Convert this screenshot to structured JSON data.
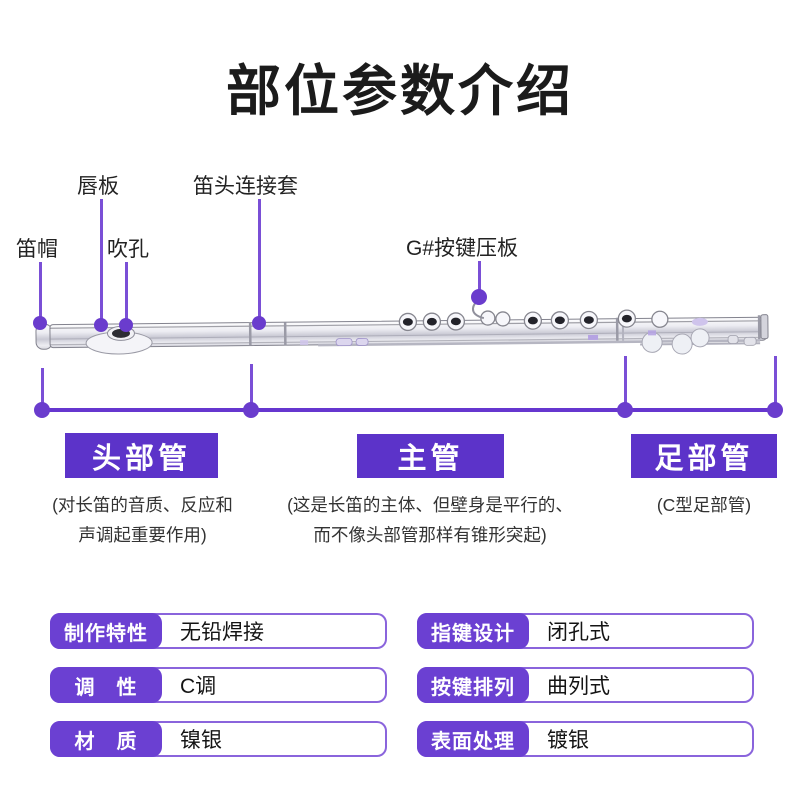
{
  "title": "部位参数介绍",
  "colors": {
    "header_purple": "#5c33c9",
    "tag_purple": "#6b40d2",
    "line_purple": "#7a4fd6",
    "bracket_purple": "#6636cf",
    "dot_purple": "#6a3ccd",
    "pill_border": "#8a64dc",
    "desc_gray": "#333333"
  },
  "diagram": {
    "callouts": [
      {
        "label": "笛帽"
      },
      {
        "label": "唇板"
      },
      {
        "label": "吹孔"
      },
      {
        "label": "笛头连接套"
      },
      {
        "label": "G#按键压板"
      }
    ],
    "sections": [
      {
        "name": "头部管",
        "desc_lines": [
          "(对长笛的音质、反应和",
          "声调起重要作用)"
        ]
      },
      {
        "name": "主管",
        "desc_lines": [
          "(这是长笛的主体、但壁身是平行的、",
          "而不像头部管那样有锥形突起)"
        ]
      },
      {
        "name": "足部管",
        "desc_lines": [
          "(C型足部管)"
        ]
      }
    ]
  },
  "specs": {
    "left": [
      {
        "label": "制作特性",
        "value": "无铅焊接"
      },
      {
        "label": "调　性",
        "value": "C调"
      },
      {
        "label": "材　质",
        "value": "镍银"
      }
    ],
    "right": [
      {
        "label": "指键设计",
        "value": "闭孔式"
      },
      {
        "label": "按键排列",
        "value": "曲列式"
      },
      {
        "label": "表面处理",
        "value": "镀银"
      }
    ]
  }
}
